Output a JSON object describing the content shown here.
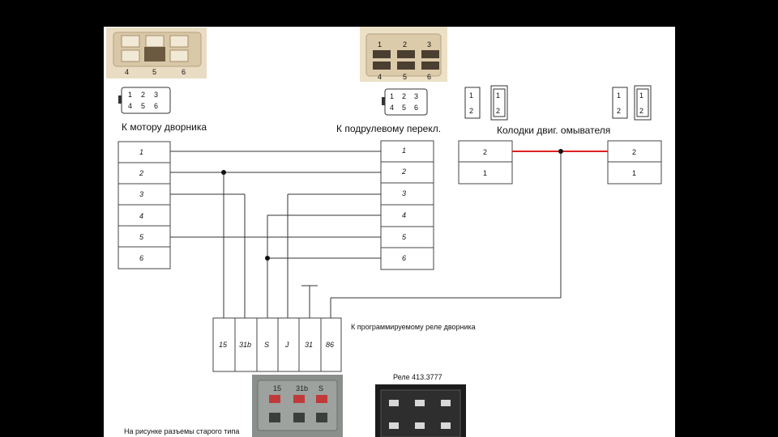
{
  "colors": {
    "background_bars": "#000000",
    "sheet": "#ffffff",
    "wire": "#333333",
    "washer_wire": "#e02020",
    "connector_photo_left": "#e9dcc3",
    "connector_photo_right": "#ece0c6",
    "relay_photo": "#8b8f8c"
  },
  "labels": {
    "motor": "К мотору дворника",
    "column_switch": "К подрулевому перекл.",
    "washer": "Колодки двиг. омывателя",
    "relay": "К программируемому реле дворника",
    "relay_model": "Реле 413.3777",
    "old_type_note": "На рисунке разъемы старого типа"
  },
  "photos": {
    "left_connector_numbers": [
      "4",
      "5",
      "6"
    ],
    "right_connector_numbers": [
      "1",
      "2",
      "3",
      "4",
      "5",
      "6"
    ],
    "relay_socket_labels": [
      "15",
      "31b",
      "S"
    ]
  },
  "icons": {
    "motor_icon_numbers": [
      "1",
      "2",
      "3",
      "4",
      "5",
      "6"
    ],
    "switch_icon_numbers": [
      "1",
      "2",
      "3",
      "4",
      "5",
      "6"
    ],
    "washer_icon_numbers": [
      "1",
      "2"
    ]
  },
  "motor_pins": [
    "1",
    "2",
    "3",
    "4",
    "5",
    "6"
  ],
  "switch_pins": [
    "1",
    "2",
    "3",
    "4",
    "5",
    "6"
  ],
  "washer_left_pins": [
    "2",
    "1"
  ],
  "washer_right_pins": [
    "2",
    "1"
  ],
  "relay_pins": [
    "15",
    "31b",
    "S",
    "J",
    "31",
    "86"
  ]
}
